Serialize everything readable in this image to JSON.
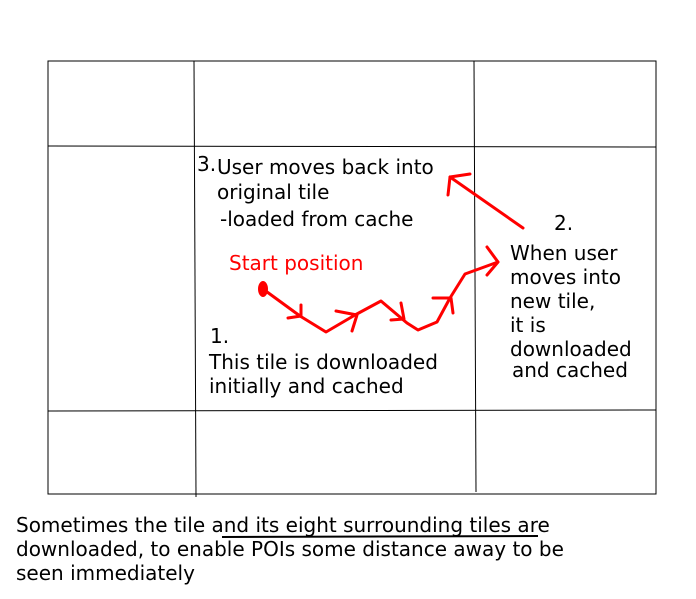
{
  "colors": {
    "line": "#000000",
    "path": "#ff0000",
    "background": "#ffffff"
  },
  "labels": {
    "step3_number": "3.",
    "step3_line1": "User moves back into",
    "step3_line2": "original tile",
    "step3_line3": "-loaded from cache",
    "step2_number": "2.",
    "step2_line1": "When user",
    "step2_line2": "moves into",
    "step2_line3": "new tile,",
    "step2_line4": "it is",
    "step2_line5": "downloaded",
    "step2_line6": "and cached",
    "step1_number": "1.",
    "step1_line1": "This tile is downloaded",
    "step1_line2": "initially and cached",
    "start_position": "Start position"
  },
  "caption": {
    "line1_before": "Sometimes the tile ",
    "line1_underlined": "and its eight surrounding tiles",
    "line1_after": " are",
    "line2": "downloaded, to enable POIs some distance away to be",
    "line3": "seen immediately"
  }
}
